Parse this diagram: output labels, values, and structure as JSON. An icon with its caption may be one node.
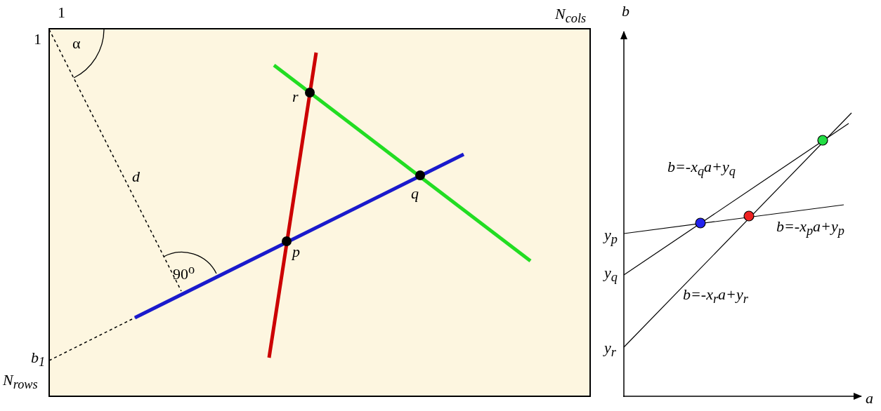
{
  "diagram": {
    "labels": [
      "1",
      "N$_{cols}$",
      "1",
      "α",
      "r",
      "d",
      "q",
      "90$^{o}$",
      "p",
      "b$_{1}$",
      "N$_{rows}$",
      "b",
      "b=-x$_{q}$a+y$_{q}$",
      "y$_{p}$",
      "b=-x$_{p}$a+y$_{p}$",
      "y$_{q}$",
      "b=-x$_{r}$a+y$_{r}$",
      "y$_{r}$",
      "a"
    ]
  }
}
